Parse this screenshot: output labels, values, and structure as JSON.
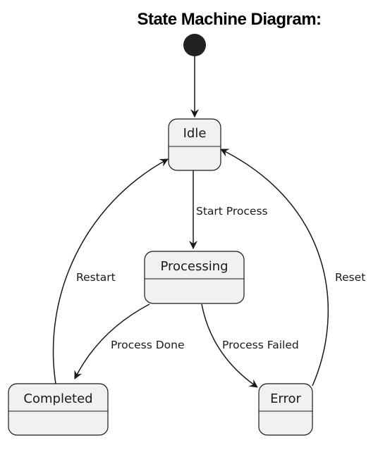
{
  "title": "State Machine Diagram:",
  "colors": {
    "state_fill": "#f1f1f1",
    "state_stroke": "#181818",
    "edge": "#181818",
    "initial": "#222222"
  },
  "states": [
    {
      "id": "idle",
      "label": "Idle"
    },
    {
      "id": "processing",
      "label": "Processing"
    },
    {
      "id": "completed",
      "label": "Completed"
    },
    {
      "id": "error",
      "label": "Error"
    }
  ],
  "transitions": [
    {
      "id": "start",
      "from": "idle",
      "to": "processing",
      "label": "Start Process"
    },
    {
      "id": "done",
      "from": "processing",
      "to": "completed",
      "label": "Process Done"
    },
    {
      "id": "failed",
      "from": "processing",
      "to": "error",
      "label": "Process Failed"
    },
    {
      "id": "restart",
      "from": "completed",
      "to": "idle",
      "label": "Restart"
    },
    {
      "id": "reset",
      "from": "error",
      "to": "idle",
      "label": "Reset"
    }
  ]
}
